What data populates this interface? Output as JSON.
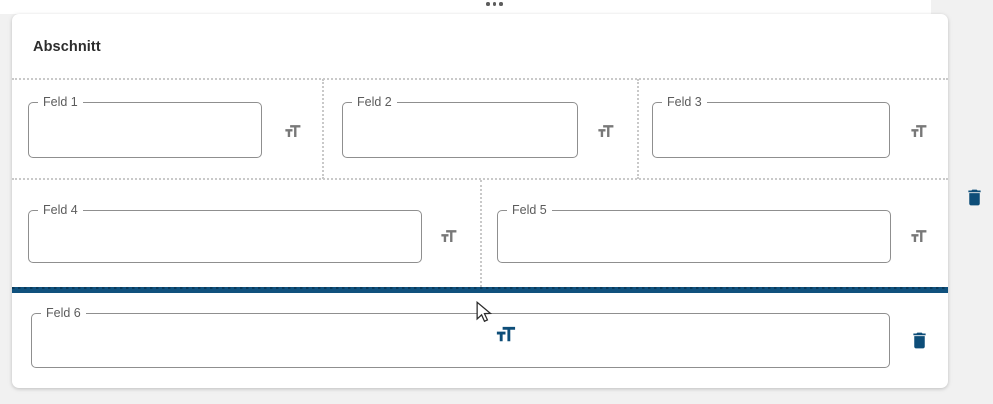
{
  "page": {
    "background_color": "#f1f1f1",
    "accent_color": "#0d4d78",
    "icon_gray_color": "#787878",
    "dotted_border_color": "#c9c9c9"
  },
  "toolbar": {
    "drag_handle_icon": "drag-dots-icon"
  },
  "section": {
    "title": "Abschnitt",
    "delete_icon": "trash-icon"
  },
  "fields": [
    {
      "label": "Feld 1",
      "value": ""
    },
    {
      "label": "Feld 2",
      "value": ""
    },
    {
      "label": "Feld 3",
      "value": ""
    },
    {
      "label": "Feld 4",
      "value": ""
    },
    {
      "label": "Feld 5",
      "value": ""
    },
    {
      "label": "Feld 6",
      "value": ""
    }
  ],
  "icons": {
    "format_size": "format-size-icon",
    "delete": "trash-icon",
    "cursor": "arrow-cursor-icon"
  }
}
